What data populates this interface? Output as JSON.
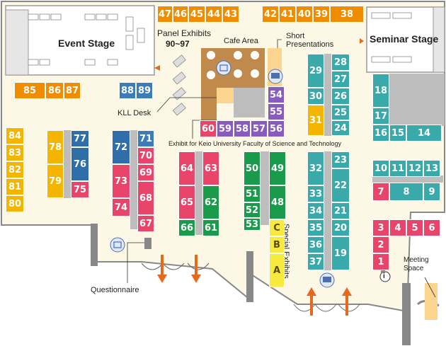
{
  "colors": {
    "orange": "#f08c00",
    "yellow": "#f4b500",
    "light_yellow": "#f7ea3c",
    "teal": "#3aa9aa",
    "pink": "#e9456b",
    "green": "#1a9a4b",
    "purple": "#8a5bbf",
    "blue": "#2f6ea8",
    "steel_blue": "#3c7cb8",
    "floor": "#fdf8e6",
    "wall": "#8a8a8a"
  },
  "labels": {
    "event_stage": "Event Stage",
    "seminar_stage": "Seminar Stage",
    "panel_exhibits": "Panel Exhibits",
    "panel_range": "90~97",
    "cafe_area": "Cafe Area",
    "short_presentations_1": "Short",
    "short_presentations_2": "Presentations",
    "kll_desk": "KLL Desk",
    "faculty_exhibit": "Exhibit for Keio University Faculty of Science and Technology",
    "special_exhibits": "Special Exhibits",
    "questionnaire": "Questionnaire",
    "meeting_space_1": "Meeting",
    "meeting_space_2": "Space",
    "info_icon": "i"
  },
  "booths": {
    "b47": "47",
    "b46": "46",
    "b45": "45",
    "b44": "44",
    "b43": "43",
    "b42": "42",
    "b41": "41",
    "b40": "40",
    "b39": "39",
    "b38": "38",
    "b85": "85",
    "b86": "86",
    "b87": "87",
    "b88": "88",
    "b89": "89",
    "b84": "84",
    "b83": "83",
    "b82": "82",
    "b81": "81",
    "b80": "80",
    "b78": "78",
    "b79": "79",
    "b77": "77",
    "b76": "76",
    "b75": "75",
    "b72": "72",
    "b73": "73",
    "b74": "74",
    "b71": "71",
    "b70": "70",
    "b69": "69",
    "b68": "68",
    "b67": "67",
    "b64": "64",
    "b65": "65",
    "b66": "66",
    "b63": "63",
    "b62": "62",
    "b61": "61",
    "b60": "60",
    "b59": "59",
    "b58": "58",
    "b57": "57",
    "b56": "56",
    "b54": "54",
    "b55": "55",
    "b50": "50",
    "b51": "51",
    "b52": "52",
    "b53": "53",
    "b49": "49",
    "b48": "48",
    "bC": "C",
    "bB": "B",
    "bA": "A",
    "b29": "29",
    "b30": "30",
    "b31": "31",
    "b28": "28",
    "b27": "27",
    "b26": "26",
    "b25": "25",
    "b24": "24",
    "b32": "32",
    "b33": "33",
    "b34": "34",
    "b35": "35",
    "b36": "36",
    "b37": "37",
    "b23": "23",
    "b22": "22",
    "b21": "21",
    "b20": "20",
    "b19": "19",
    "b18": "18",
    "b17": "17",
    "b16": "16",
    "b15": "15",
    "b14": "14",
    "b10": "10",
    "b11": "11",
    "b12": "12",
    "b13": "13",
    "b7": "7",
    "b8": "8",
    "b9": "9",
    "b3": "3",
    "b4": "4",
    "b5": "5",
    "b6": "6",
    "b2": "2",
    "b1": "1"
  },
  "icons": {
    "presentation": "presentation-screen-icon",
    "questionnaire": "questionnaire-pen-icon",
    "cafe_table": "cafe-table-icon",
    "info": "info-icon",
    "entrance_arrow": "entrance-arrow-icon"
  }
}
